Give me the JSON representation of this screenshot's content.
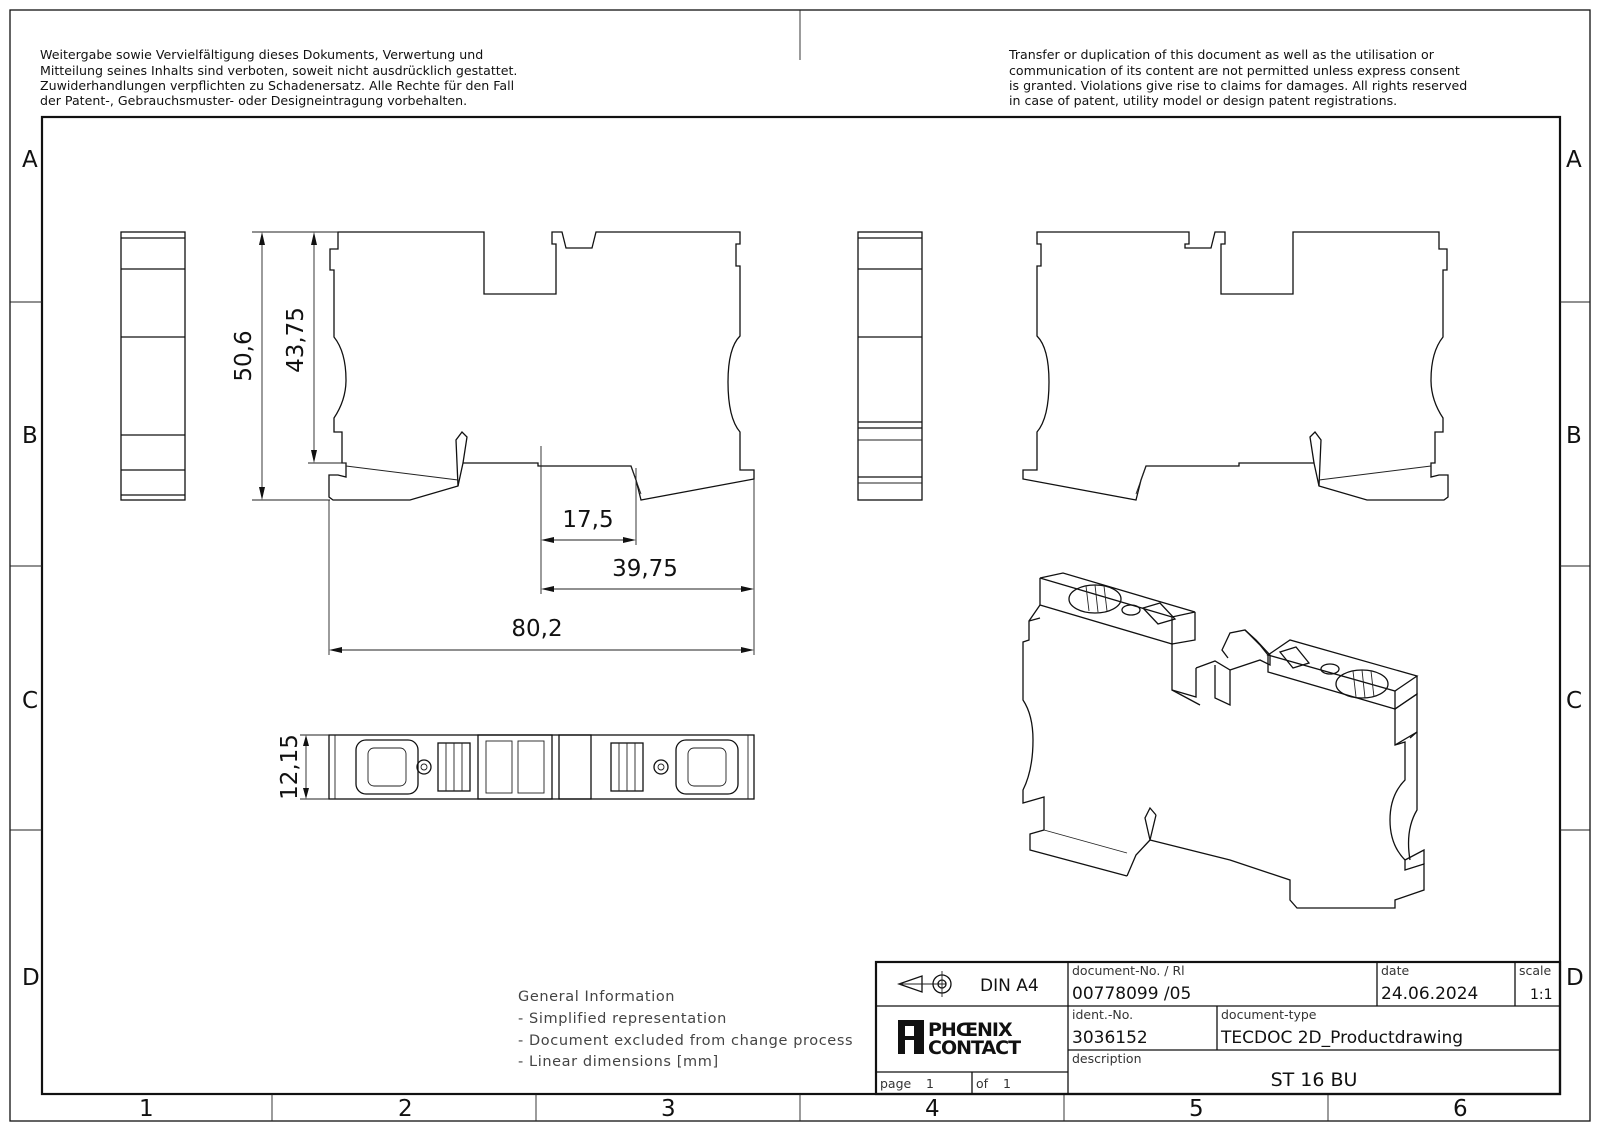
{
  "notice": {
    "german": [
      "Weitergabe sowie Vervielfältigung dieses Dokuments, Verwertung und",
      "Mitteilung seines Inhalts sind verboten, soweit nicht ausdrücklich gestattet.",
      "Zuwiderhandlungen verpflichten zu Schadenersatz. Alle Rechte für den Fall",
      "der Patent-, Gebrauchsmuster- oder Designeintragung vorbehalten."
    ],
    "english": [
      "Transfer or duplication of this document as well as the utilisation or",
      "communication of its content are not permitted unless express consent",
      "is granted. Violations give rise to claims for damages. All rights reserved",
      "in case of patent, utility model or design patent registrations."
    ]
  },
  "grid": {
    "rows": [
      "A",
      "B",
      "C",
      "D"
    ],
    "columns": [
      "1",
      "2",
      "3",
      "4",
      "5",
      "6"
    ]
  },
  "dimensions": {
    "height_total": "50,6",
    "height_inner": "43,75",
    "width_17_5": "17,5",
    "width_39_75": "39,75",
    "width_total": "80,2",
    "thickness": "12,15"
  },
  "general_info": {
    "title": "General Information",
    "items": [
      "- Simplified representation",
      "- Document excluded from change process",
      "- Linear dimensions [mm]"
    ]
  },
  "title_block": {
    "format": "DIN A4",
    "document_no_label": "document-No. / Rl",
    "document_no": "00778099 /05",
    "date_label": "date",
    "date": "24.06.2024",
    "scale_label": "scale",
    "scale": "1:1",
    "ident_label": "ident.-No.",
    "ident": "3036152",
    "doctype_label": "document-type",
    "doctype": "TECDOC 2D_Productdrawing",
    "description_label": "description",
    "description": "ST 16 BU",
    "page_label": "page",
    "page_number": "1",
    "of_label": "of",
    "page_total": "1",
    "logo_line1": "PHŒNIX",
    "logo_line2": "CONTACT"
  }
}
